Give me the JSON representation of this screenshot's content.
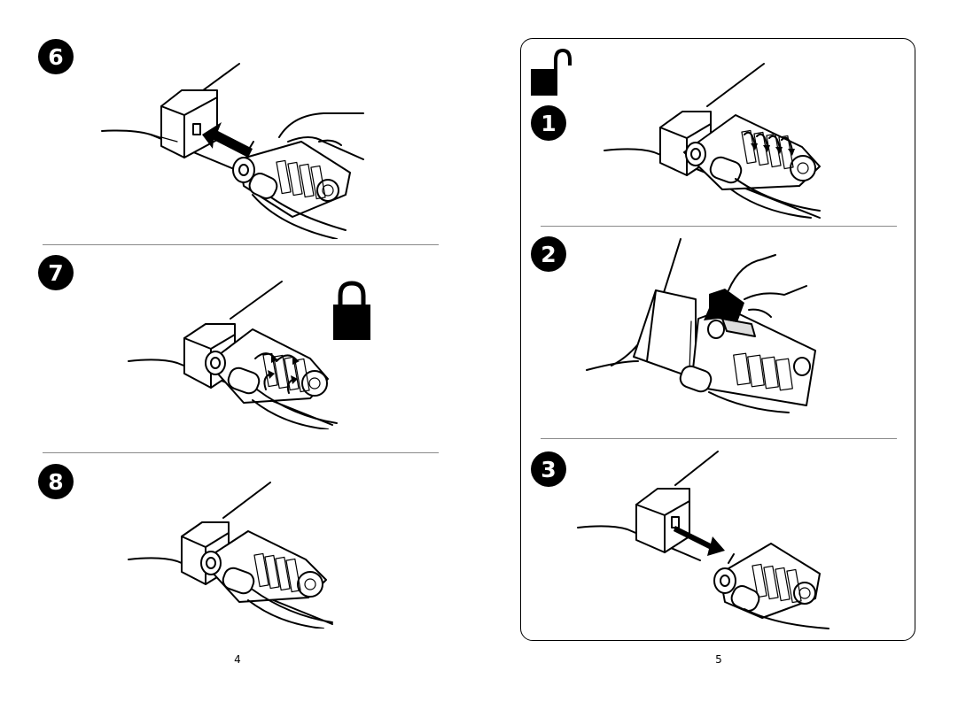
{
  "left_page": {
    "steps": [
      {
        "number": "6"
      },
      {
        "number": "7"
      },
      {
        "number": "8"
      }
    ],
    "page_number": "4"
  },
  "right_page": {
    "header_icon": "unlocked-padlock-icon",
    "steps": [
      {
        "number": "1"
      },
      {
        "number": "2"
      },
      {
        "number": "3"
      }
    ],
    "page_number": "5"
  },
  "icons": {
    "locked": "locked-padlock-icon",
    "unlocked": "unlocked-padlock-icon"
  }
}
